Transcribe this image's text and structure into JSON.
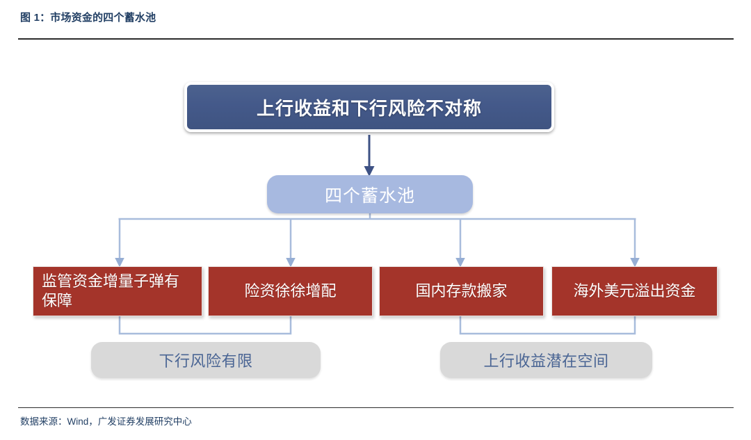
{
  "header": {
    "figure_label": "图 1：市场资金的四个蓄水池"
  },
  "footer": {
    "source_note": "数据来源：Wind，广发证券发展研究中心"
  },
  "diagram": {
    "type": "flowchart",
    "headline": {
      "label": "上行收益和下行风险不对称",
      "color": "#44598a",
      "text_color": "#ffffff"
    },
    "pools": {
      "label": "四个蓄水池",
      "color": "#a7b9e0",
      "text_color": "#ffffff"
    },
    "channels": [
      {
        "label": "监管资金增量子弹有保障",
        "color": "#a4342a",
        "text_color": "#ffffff"
      },
      {
        "label": "险资徐徐增配",
        "color": "#a4342a",
        "text_color": "#ffffff"
      },
      {
        "label": "国内存款搬家",
        "color": "#a4342a",
        "text_color": "#ffffff"
      },
      {
        "label": "海外美元溢出资金",
        "color": "#a4342a",
        "text_color": "#ffffff"
      }
    ],
    "summaries": [
      {
        "label": "下行风险有限",
        "color": "#d9d9d9",
        "text_color": "#4a6594"
      },
      {
        "label": "上行收益潜在空间",
        "color": "#d9d9d9",
        "text_color": "#4a6594"
      }
    ],
    "connectors": {
      "arrow_color_primary": "#3d5184",
      "branch_color": "#a8bcdc"
    }
  }
}
